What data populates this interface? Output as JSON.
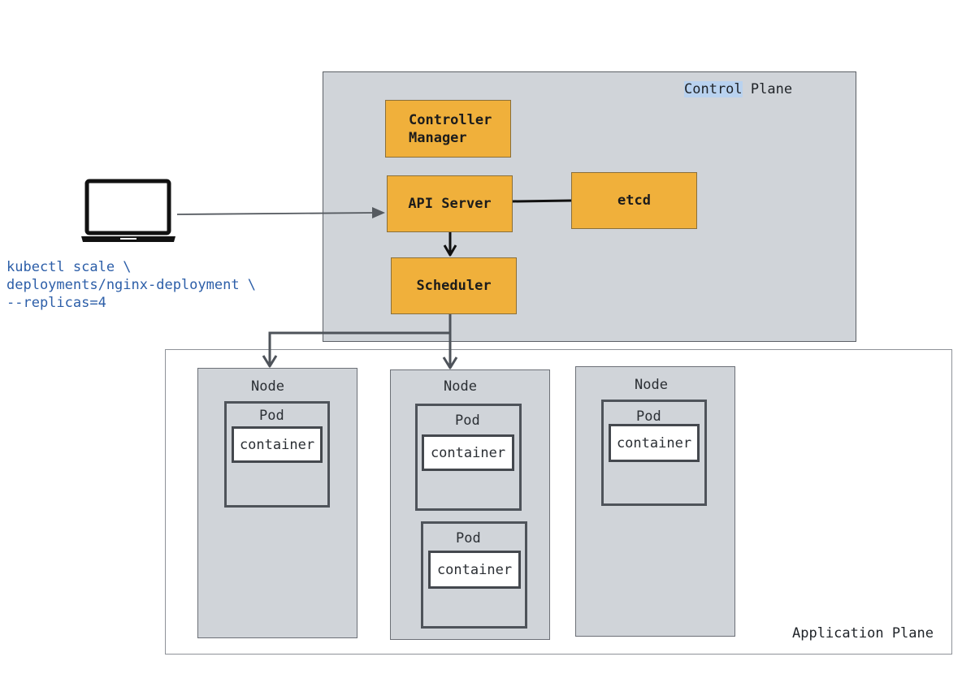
{
  "control_plane": {
    "label_highlight": "Control",
    "label_rest": " Plane",
    "components": {
      "controller_manager": "Controller\nManager",
      "api_server": "API Server",
      "etcd": "etcd",
      "scheduler": "Scheduler"
    }
  },
  "application_plane": {
    "label": "Application Plane",
    "nodes": [
      {
        "label": "Node",
        "pods": [
          {
            "label": "Pod",
            "container": "container"
          }
        ]
      },
      {
        "label": "Node",
        "pods": [
          {
            "label": "Pod",
            "container": "container"
          },
          {
            "label": "Pod",
            "container": "container"
          }
        ]
      },
      {
        "label": "Node",
        "pods": [
          {
            "label": "Pod",
            "container": "container"
          }
        ]
      }
    ]
  },
  "client": {
    "icon": "laptop-icon",
    "command": "kubectl scale \\\ndeployments/nginx-deployment \\\n--replicas=4"
  },
  "colors": {
    "component": "#f0b03b",
    "plane": "#d0d4d9",
    "command_text": "#2c5ea8"
  }
}
